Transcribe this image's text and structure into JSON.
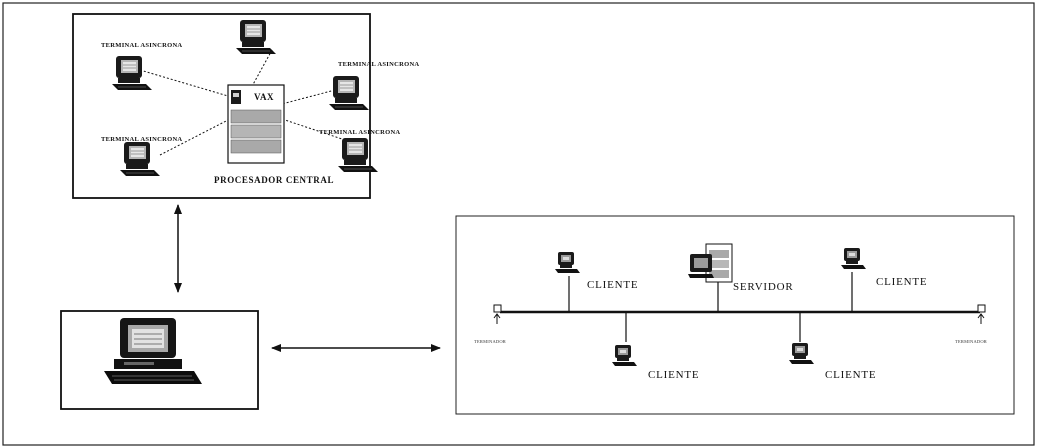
{
  "mainframe": {
    "terminal_label": "TERMINAL ASINCRONA",
    "processor_label": "PROCESADOR CENTRAL",
    "processor_brand": "VAX"
  },
  "lan": {
    "client_label": "CLIENTE",
    "server_label": "SERVIDOR",
    "terminator_label": "TERMINADOR"
  },
  "colors": {
    "line": "#111111",
    "frame": "#222222",
    "panel": "#a9a9a9"
  }
}
